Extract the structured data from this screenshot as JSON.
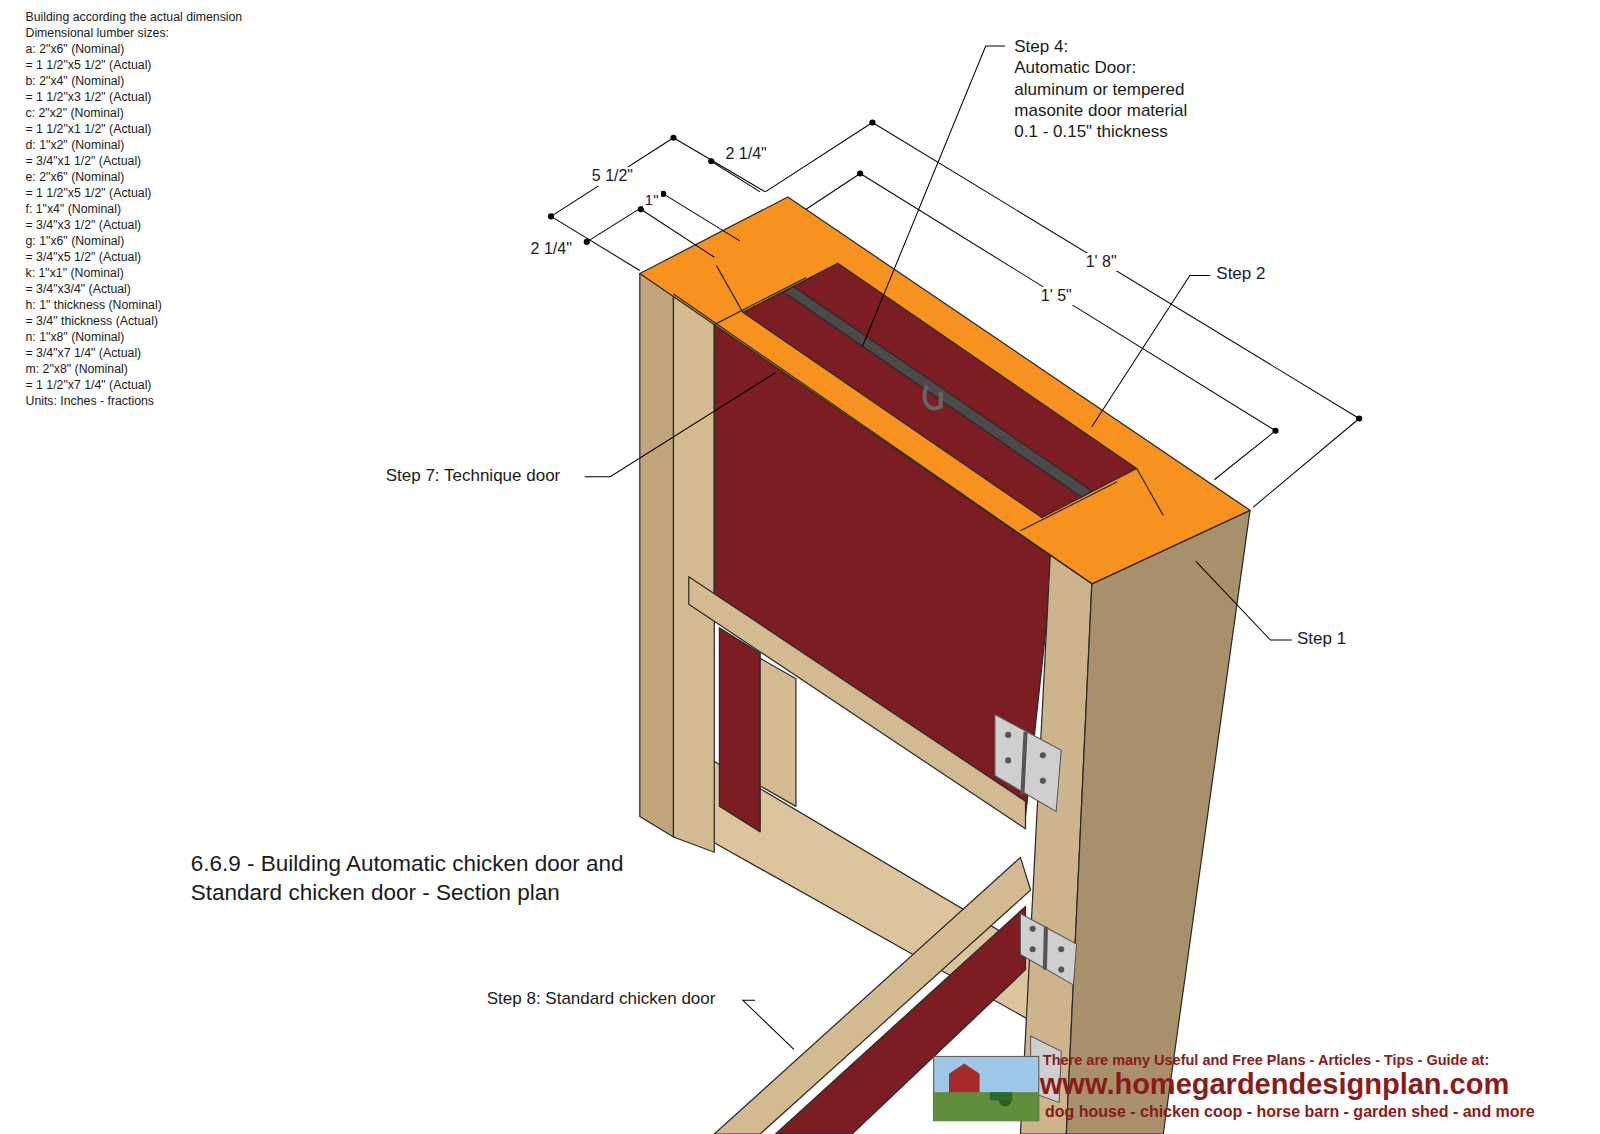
{
  "diagram": {
    "title": "6.6.9 - Building Automatic chicken door and Standard chicken door - Section plan",
    "labels": [
      "Building according the actual dimension",
      "Dimensional lumber sizes:",
      "a: 2\"x6\" (Nominal)",
      "= 1 1/2\"x5 1/2\" (Actual)",
      "b: 2\"x4\" (Nominal)",
      "= 1 1/2\"x3 1/2\" (Actual)",
      "c: 2\"x2\" (Nominal)",
      "= 1 1/2\"x1 1/2\" (Actual)",
      "d: 1\"x2\" (Nominal)",
      "= 3/4\"x1 1/2\" (Actual)",
      "e: 2\"x6\" (Nominal)",
      "= 1 1/2\"x5 1/2\" (Actual)",
      "f: 1\"x4\" (Nominal)",
      "= 3/4\"x3 1/2\" (Actual)",
      "g: 1\"x6\" (Nominal)",
      "= 3/4\"x5 1/2\" (Actual)",
      "k: 1\"x1\" (Nominal)",
      "= 3/4\"x3/4\" (Actual)",
      "h: 1\" thickness (Nominal)",
      "= 3/4\" thickness (Actual)",
      "n: 1\"x8\" (Nominal)",
      "= 3/4\"x7 1/4\" (Actual)",
      "m: 2\"x8\" (Nominal)",
      "= 1 1/2\"x7 1/4\" (Actual)",
      "Units: Inches - fractions",
      "5 1/2\"",
      "2 1/4\"",
      "1\"",
      "2 1/4\"",
      "1' 8\"",
      "1' 5\"",
      "Step 4:",
      "Automatic Door:",
      "aluminum or tempered",
      "masonite door material",
      "0.1 - 0.15\" thickness",
      "Step 2",
      "Step 1",
      "Step 7: Technique door",
      "Step 8: Standard chicken door",
      "There are many Useful and Free Plans - Articles - Tips - Guide at:",
      "www.homegardendesignplan.com",
      "dog house - chicken coop - horse barn - garden shed - and more"
    ]
  }
}
